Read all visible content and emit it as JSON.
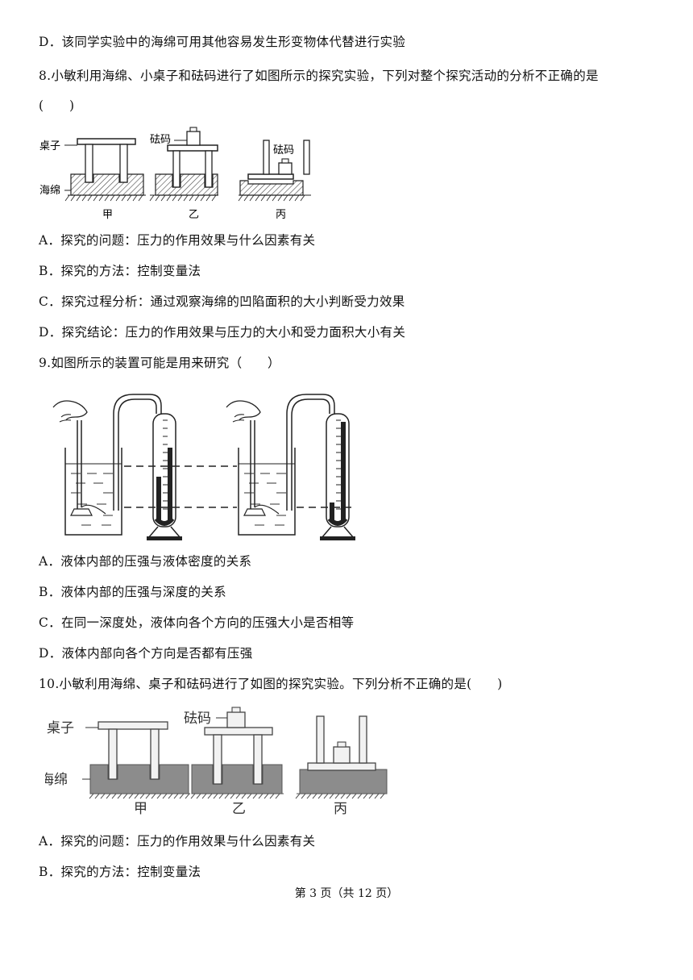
{
  "q7": {
    "option_d": "D．该同学实验中的海绵可用其他容易发生形变物体代替进行实验"
  },
  "q8": {
    "stem": "8.小敏利用海绵、小桌子和砝码进行了如图所示的探究实验，下列对整个探究活动的分析不正确的是",
    "blank": "(　　)",
    "figure": {
      "desk": "桌子",
      "sponge": "海绵",
      "weight1": "砝码",
      "weight2": "砝码",
      "cap1": "甲",
      "cap2": "乙",
      "cap3": "丙"
    },
    "options": [
      "A．探究的问题：压力的作用效果与什么因素有关",
      "B．探究的方法：控制变量法",
      "C．探究过程分析：通过观察海绵的凹陷面积的大小判断受力效果",
      "D．探究结论：压力的作用效果与压力的大小和受力面积大小有关"
    ]
  },
  "q9": {
    "stem": "9.如图所示的装置可能是用来研究（　　）",
    "options": [
      "A．液体内部的压强与液体密度的关系",
      "B．液体内部的压强与深度的关系",
      "C．在同一深度处，液体向各个方向的压强大小是否相等",
      "D．液体内部向各个方向是否都有压强"
    ]
  },
  "q10": {
    "stem": "10.小敏利用海绵、桌子和砝码进行了如图的探究实验。下列分析不正确的是(　　)",
    "figure": {
      "desk": "桌子",
      "sponge": "海绵",
      "weight": "砝码",
      "cap1": "甲",
      "cap2": "乙",
      "cap3": "丙"
    },
    "options": [
      "A．探究的问题：压力的作用效果与什么因素有关",
      "B．探究的方法：控制变量法"
    ]
  },
  "footer": "第 3 页（共 12 页）"
}
